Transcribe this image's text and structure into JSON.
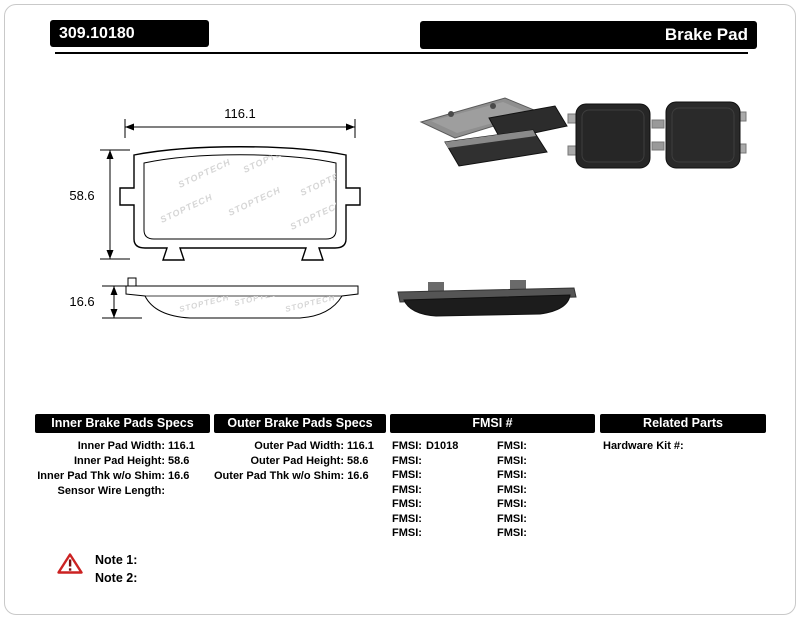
{
  "page": {
    "part_number": "309.10180",
    "title": "Brake Pad"
  },
  "drawing": {
    "width_dim": "116.1",
    "height_dim": "58.6",
    "thickness_dim": "16.6",
    "watermark": "STOPTECH"
  },
  "spec_tables": {
    "inner": {
      "header": "Inner Brake Pads Specs",
      "rows": [
        {
          "label": "Inner Pad Width:",
          "value": "116.1"
        },
        {
          "label": "Inner Pad Height:",
          "value": "58.6"
        },
        {
          "label": "Inner Pad Thk w/o Shim:",
          "value": "16.6"
        },
        {
          "label": "Sensor Wire Length:",
          "value": ""
        }
      ]
    },
    "outer": {
      "header": "Outer Brake Pads Specs",
      "rows": [
        {
          "label": "Outer Pad Width:",
          "value": "116.1"
        },
        {
          "label": "Outer Pad Height:",
          "value": "58.6"
        },
        {
          "label": "Outer Pad Thk w/o Shim:",
          "value": "16.6"
        }
      ]
    },
    "fmsi": {
      "header": "FMSI #",
      "left_rows": [
        {
          "label": "FMSI:",
          "value": "D1018"
        },
        {
          "label": "FMSI:",
          "value": ""
        },
        {
          "label": "FMSI:",
          "value": ""
        },
        {
          "label": "FMSI:",
          "value": ""
        },
        {
          "label": "FMSI:",
          "value": ""
        },
        {
          "label": "FMSI:",
          "value": ""
        },
        {
          "label": "FMSI:",
          "value": ""
        }
      ],
      "right_rows": [
        {
          "label": "FMSI:",
          "value": ""
        },
        {
          "label": "FMSI:",
          "value": ""
        },
        {
          "label": "FMSI:",
          "value": ""
        },
        {
          "label": "FMSI:",
          "value": ""
        },
        {
          "label": "FMSI:",
          "value": ""
        },
        {
          "label": "FMSI:",
          "value": ""
        },
        {
          "label": "FMSI:",
          "value": ""
        }
      ]
    },
    "related": {
      "header": "Related Parts",
      "rows": [
        {
          "label": "Hardware Kit #:",
          "value": ""
        }
      ]
    }
  },
  "notes": [
    {
      "label": "Note 1:"
    },
    {
      "label": "Note 2:"
    }
  ],
  "colors": {
    "header_bg": "#000000",
    "warning_red": "#cc2222"
  }
}
